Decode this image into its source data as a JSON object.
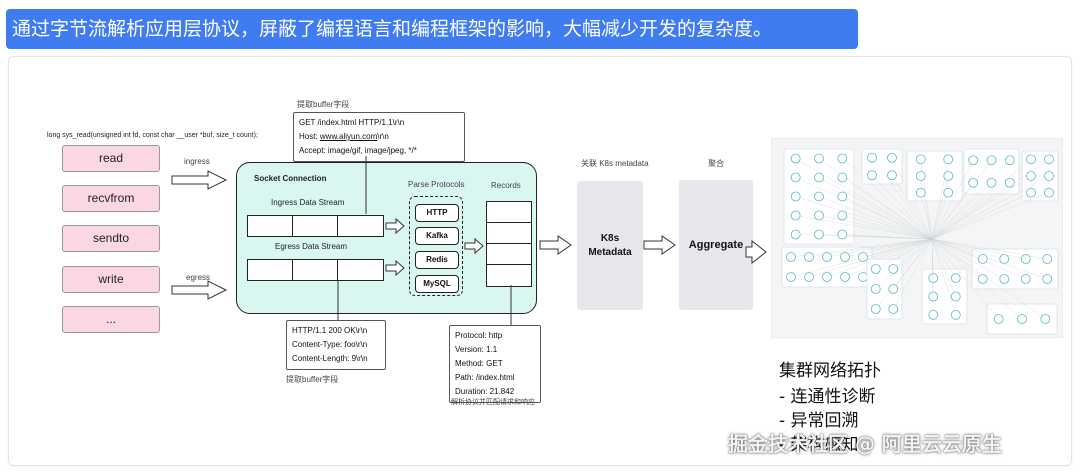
{
  "banner": "通过字节流解析应用层协议，屏蔽了编程语言和编程框架的影响，大幅减少开发的复杂度。",
  "syscall_signature": "long sys_read(unsigned int fd, const char __user *buf, size_t count);",
  "syscalls": [
    "read",
    "recvfrom",
    "sendto",
    "write",
    "..."
  ],
  "labels": {
    "ingress": "ingress",
    "egress": "egress",
    "extract_top": "提取buffer字段",
    "extract_bottom": "提取buffer字段",
    "socket_title": "Socket Connection",
    "ingress_stream": "Ingress Data Stream",
    "egress_stream": "Egress Data Stream",
    "parse_protocols": "Parse Protocols",
    "records": "Records",
    "k8s_assoc": "关联 K8s metadata",
    "aggregate_label": "聚合",
    "parse_match": "解析协议并匹配请求和响应"
  },
  "protocols": [
    "HTTP",
    "Kafka",
    "Redis",
    "MySQL"
  ],
  "request_callout": {
    "line1": "GET /index.html HTTP/1.1\\r\\n",
    "host_prefix": "Host: ",
    "host_link": "www.aliyun.com",
    "host_suffix": "\\r\\n",
    "line3": "Accept: image/gif, image/jpeg, */*"
  },
  "response_callout": [
    "HTTP/1.1 200 OK\\r\\n",
    "Content-Type: foo\\r\\n",
    "Content-Length: 9\\r\\n"
  ],
  "record_callout": [
    "Protocol: http",
    "Version: 1.1",
    "Method: GET",
    "Path: /index.html",
    "Duration: 21.842"
  ],
  "k8s_box": {
    "line1": "K8s",
    "line2": "Metadata"
  },
  "aggregate_box": "Aggregate",
  "topology": {
    "title": "集群网络拓扑",
    "items": [
      "- 连通性诊断",
      "- 异常回溯",
      "- 架构感知"
    ]
  },
  "watermark": "掘金技术社区 @ 阿里云云原生",
  "colors": {
    "banner": "#3f7cf2",
    "syscall_fill": "#fbd6e3",
    "socket_fill": "#daf6f1",
    "gray_box": "#e6e7eb"
  }
}
